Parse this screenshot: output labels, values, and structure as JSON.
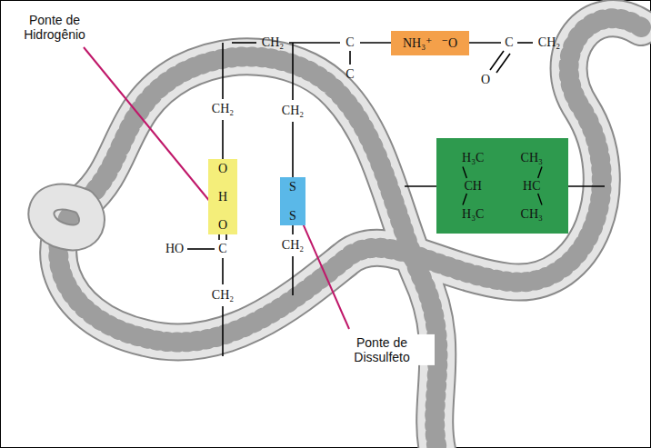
{
  "diagram": {
    "nodes": [
      {
        "text": [
          "NH₃⁺",
          "⁻O"
        ]
      },
      {
        "text": [
          "O",
          "H",
          "O"
        ]
      },
      {
        "text": [
          "S",
          "S"
        ]
      },
      {
        "text": [
          "H₃C",
          "CH₃",
          "CH",
          "HC",
          "H₃C",
          "CH₃"
        ]
      }
    ],
    "labels": [
      "Ponte de Hidrogênio",
      "Ponte de Dissulfeto",
      "CH₂",
      "C",
      "C",
      "C",
      "CH₂",
      "O",
      "CH₂",
      "HO",
      "C",
      "CH₂",
      "CH₂",
      "CH₂"
    ]
  }
}
